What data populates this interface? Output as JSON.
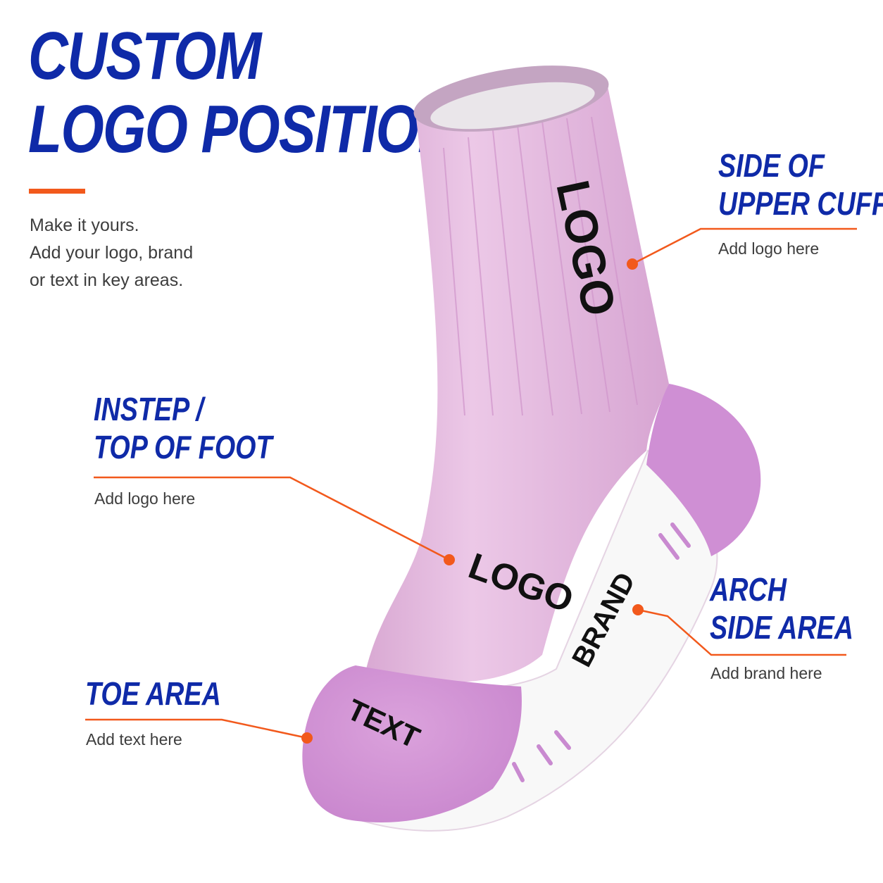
{
  "headline": {
    "line1": "CUSTOM",
    "line2": "LOGO POSITIONS"
  },
  "intro": {
    "line1": "Make it yours.",
    "line2": "Add your logo, brand",
    "line3": "or text in key areas."
  },
  "callouts": {
    "cuff": {
      "title_line1": "SIDE OF",
      "title_line2": "UPPER CUFF",
      "subtitle": "Add logo here"
    },
    "instep": {
      "title_line1": "INSTEP /",
      "title_line2": "TOP OF FOOT",
      "subtitle": "Add logo here"
    },
    "arch": {
      "title_line1": "ARCH",
      "title_line2": "SIDE AREA",
      "subtitle": "Add brand here"
    },
    "toe": {
      "title_line1": "TOE AREA",
      "subtitle": "Add text here"
    }
  },
  "sock_labels": {
    "cuff": "LOGO",
    "instep": "LOGO",
    "arch": "BRAND",
    "toe": "TEXT"
  },
  "colors": {
    "headline_blue": "#0f2aa8",
    "accent_orange": "#f2591c",
    "sock_pink": "#e9c1e4",
    "sock_violet": "#cf8fd4",
    "body_text": "#3d3d3d"
  }
}
